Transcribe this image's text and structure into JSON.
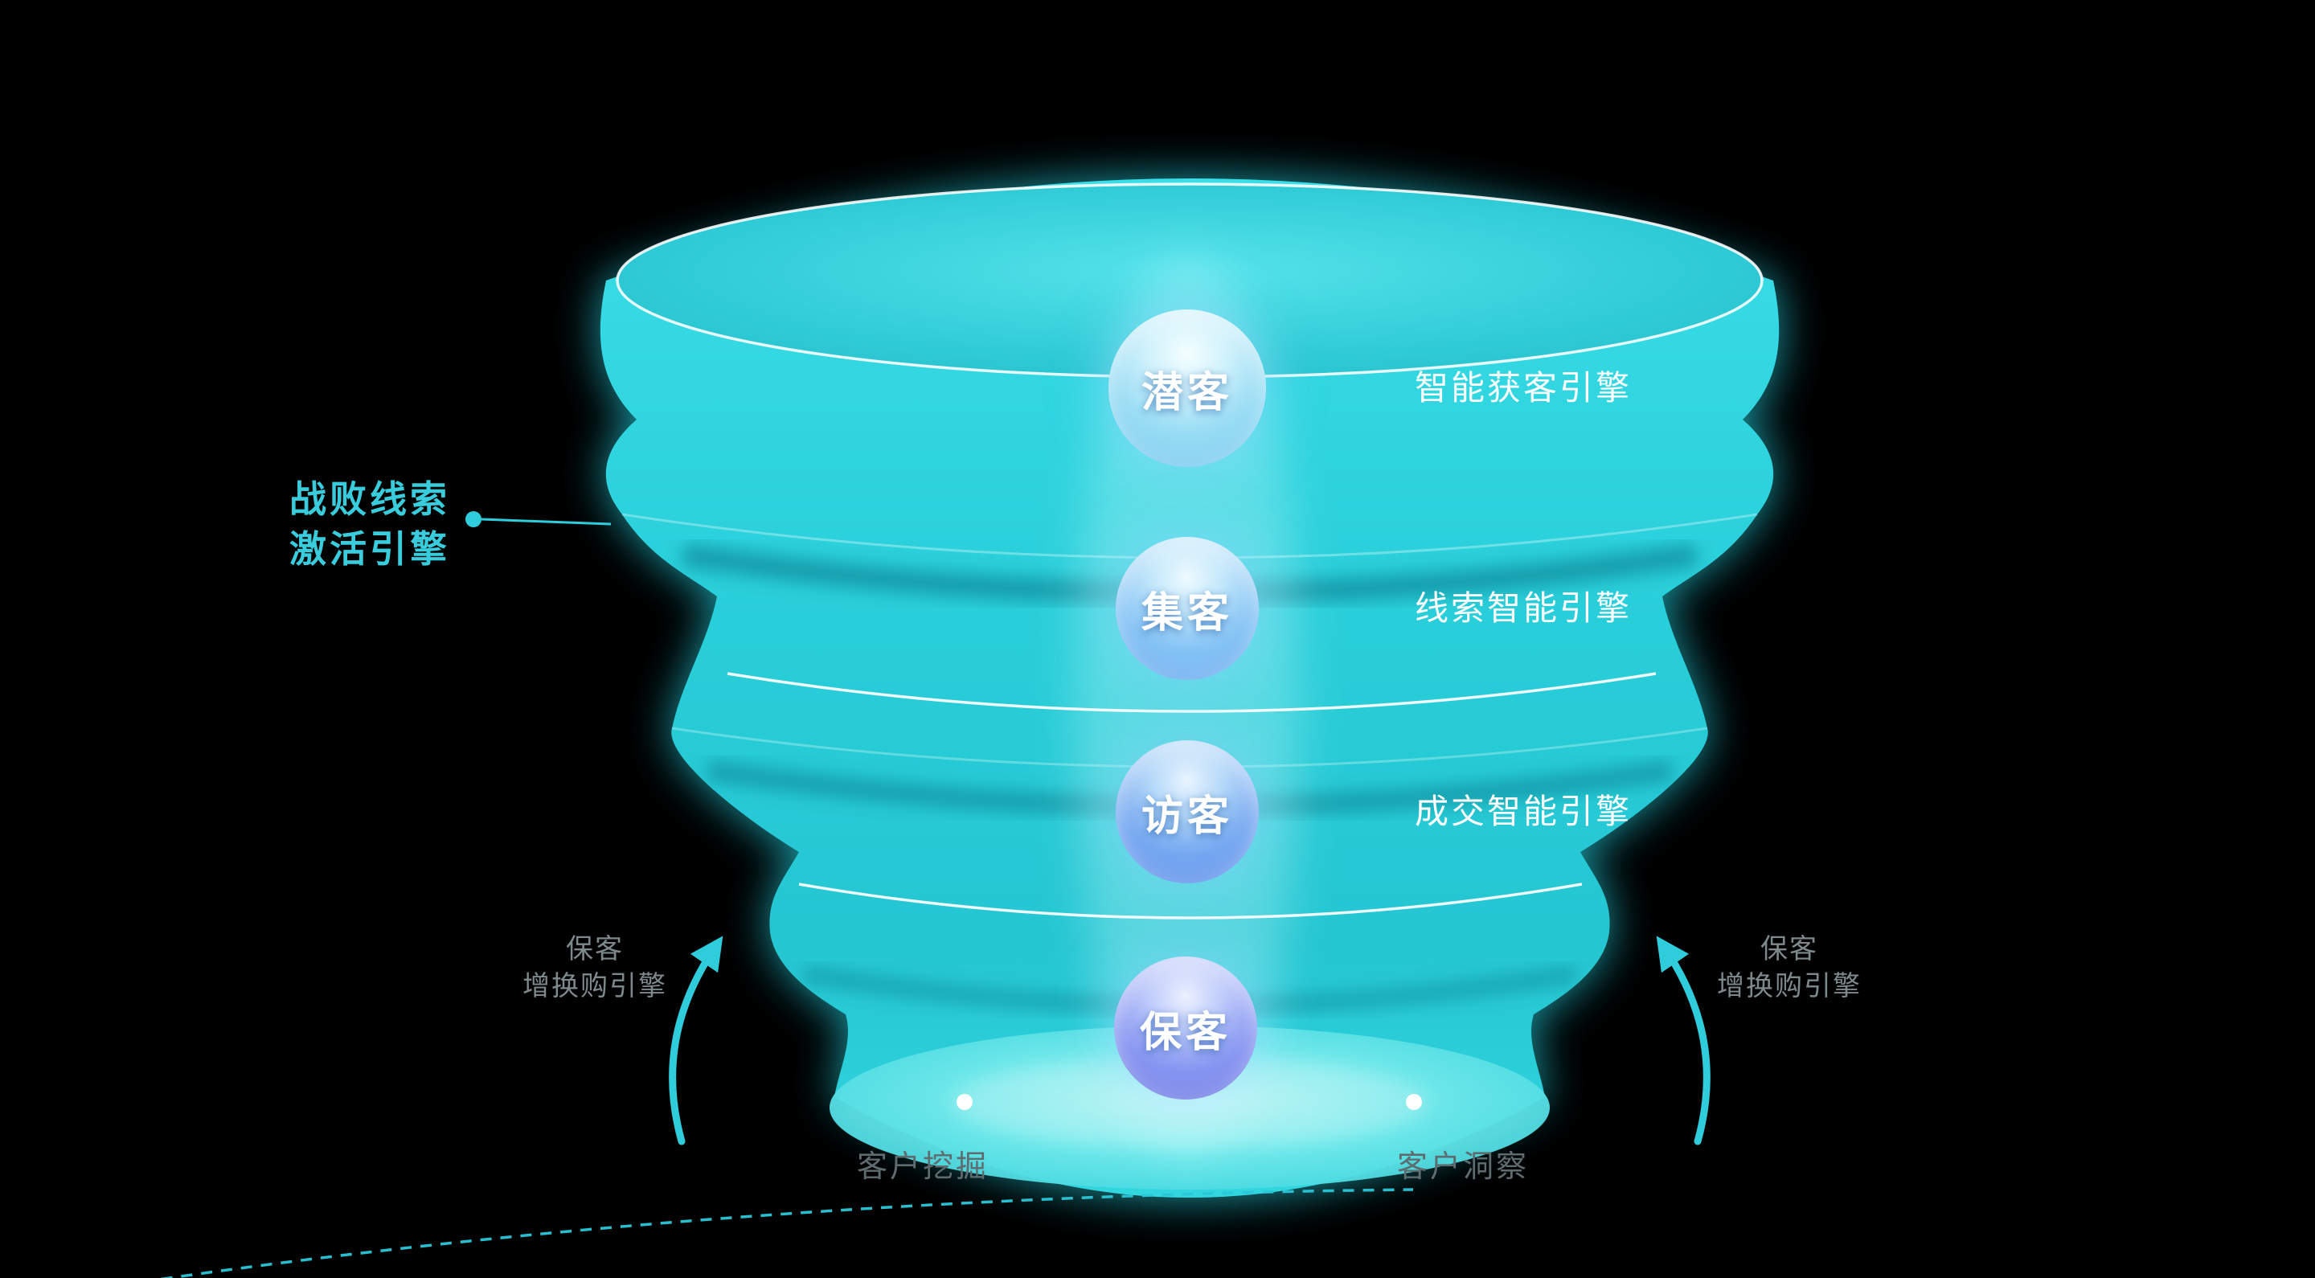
{
  "colors": {
    "background": "#000000",
    "funnel_cyan": "#2bd0db",
    "accent_cyan": "#35cbdb",
    "muted_gray": "#7e898c",
    "label_white": "#ffffff"
  },
  "stages": [
    {
      "label": "潜客",
      "engine": "智能获客引擎"
    },
    {
      "label": "集客",
      "engine": "线索智能引擎"
    },
    {
      "label": "访客",
      "engine": "成交智能引擎"
    },
    {
      "label": "保客",
      "engine": ""
    }
  ],
  "lost_lead_callout": {
    "line1": "战败线索",
    "line2": "激活引擎"
  },
  "retention_engine_left": {
    "line1": "保客",
    "line2": "增换购引擎"
  },
  "retention_engine_right": {
    "line1": "保客",
    "line2": "增换购引擎"
  },
  "bottom_labels": {
    "customer_mining": "客户挖掘",
    "customer_insight": "客户洞察"
  }
}
